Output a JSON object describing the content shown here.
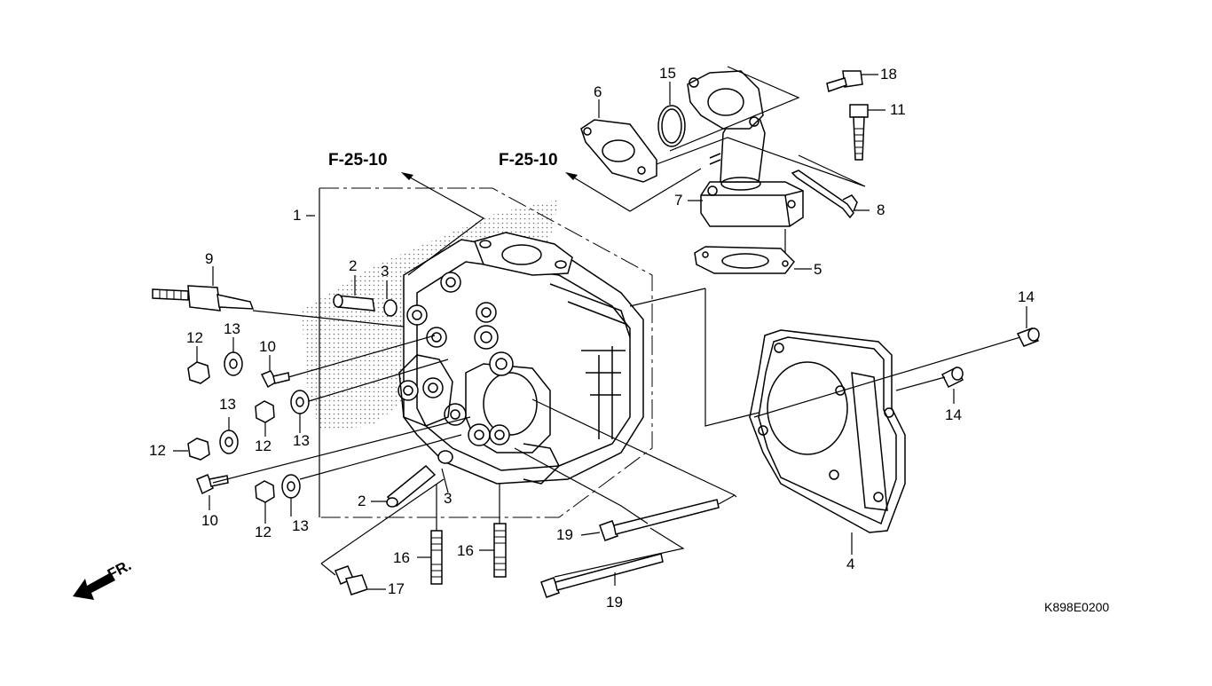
{
  "diagram": {
    "drawing_code": "K898E0200",
    "front_marker": "FR.",
    "references": [
      "F-25-10",
      "F-25-10"
    ],
    "callouts": [
      {
        "id": "c1",
        "text": "1"
      },
      {
        "id": "c2a",
        "text": "2"
      },
      {
        "id": "c2b",
        "text": "2"
      },
      {
        "id": "c3a",
        "text": "3"
      },
      {
        "id": "c3b",
        "text": "3"
      },
      {
        "id": "c4",
        "text": "4"
      },
      {
        "id": "c5",
        "text": "5"
      },
      {
        "id": "c6",
        "text": "6"
      },
      {
        "id": "c7",
        "text": "7"
      },
      {
        "id": "c8",
        "text": "8"
      },
      {
        "id": "c9",
        "text": "9"
      },
      {
        "id": "c10a",
        "text": "10"
      },
      {
        "id": "c10b",
        "text": "10"
      },
      {
        "id": "c11",
        "text": "11"
      },
      {
        "id": "c12a",
        "text": "12"
      },
      {
        "id": "c12b",
        "text": "12"
      },
      {
        "id": "c12c",
        "text": "12"
      },
      {
        "id": "c12d",
        "text": "12"
      },
      {
        "id": "c13a",
        "text": "13"
      },
      {
        "id": "c13b",
        "text": "13"
      },
      {
        "id": "c13c",
        "text": "13"
      },
      {
        "id": "c13d",
        "text": "13"
      },
      {
        "id": "c14a",
        "text": "14"
      },
      {
        "id": "c14b",
        "text": "14"
      },
      {
        "id": "c15",
        "text": "15"
      },
      {
        "id": "c16a",
        "text": "16"
      },
      {
        "id": "c16b",
        "text": "16"
      },
      {
        "id": "c17",
        "text": "17"
      },
      {
        "id": "c18",
        "text": "18"
      },
      {
        "id": "c19a",
        "text": "19"
      },
      {
        "id": "c19b",
        "text": "19"
      }
    ]
  }
}
